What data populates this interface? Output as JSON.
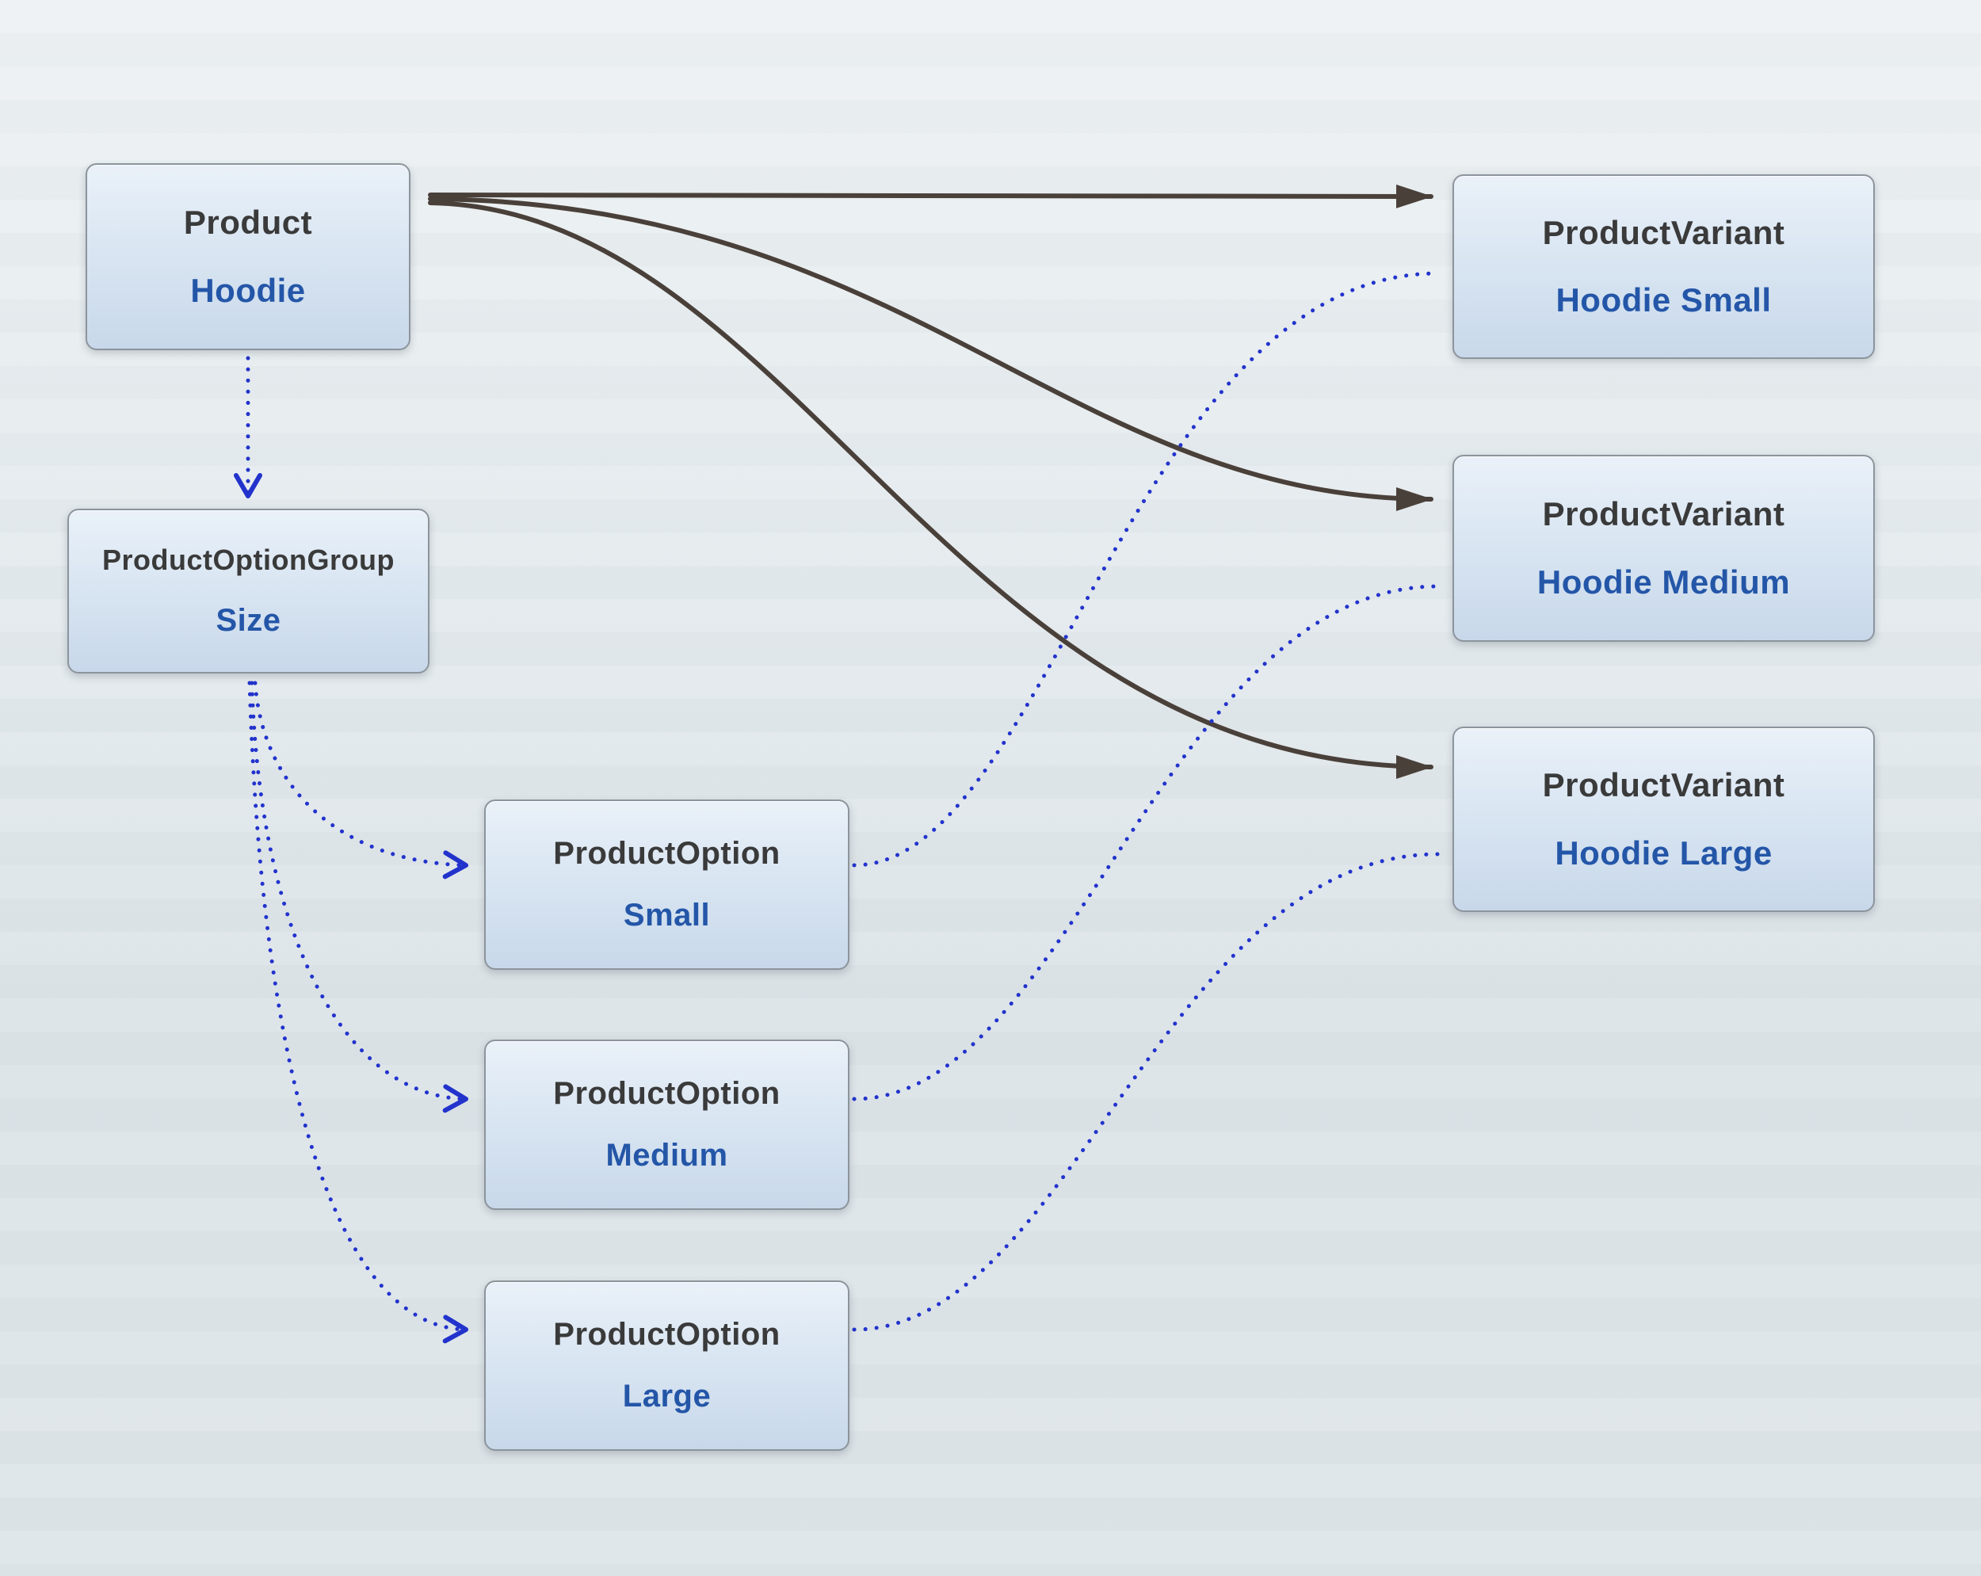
{
  "nodes": {
    "product": {
      "title": "Product",
      "subtitle": "Hoodie"
    },
    "option_group": {
      "title": "ProductOptionGroup",
      "subtitle": "Size"
    },
    "option_small": {
      "title": "ProductOption",
      "subtitle": "Small"
    },
    "option_medium": {
      "title": "ProductOption",
      "subtitle": "Medium"
    },
    "option_large": {
      "title": "ProductOption",
      "subtitle": "Large"
    },
    "variant_small": {
      "title": "ProductVariant",
      "subtitle": "Hoodie Small"
    },
    "variant_medium": {
      "title": "ProductVariant",
      "subtitle": "Hoodie Medium"
    },
    "variant_large": {
      "title": "ProductVariant",
      "subtitle": "Hoodie Large"
    }
  },
  "edges": [
    {
      "from": "product",
      "to": "variant_small",
      "style": "solid-arrow"
    },
    {
      "from": "product",
      "to": "variant_medium",
      "style": "solid-arrow"
    },
    {
      "from": "product",
      "to": "variant_large",
      "style": "solid-arrow"
    },
    {
      "from": "product",
      "to": "option_group",
      "style": "dotted-arrow"
    },
    {
      "from": "option_group",
      "to": "option_small",
      "style": "dotted-arrow"
    },
    {
      "from": "option_group",
      "to": "option_medium",
      "style": "dotted-arrow"
    },
    {
      "from": "option_group",
      "to": "option_large",
      "style": "dotted-arrow"
    },
    {
      "from": "option_small",
      "to": "variant_small",
      "style": "dotted"
    },
    {
      "from": "option_medium",
      "to": "variant_medium",
      "style": "dotted"
    },
    {
      "from": "option_large",
      "to": "variant_large",
      "style": "dotted"
    }
  ],
  "colors": {
    "solid_edge": "#4a403a",
    "dotted_edge": "#2233cc",
    "box_border": "#8c949c",
    "title_text": "#3a3a3a",
    "subtitle_text": "#2456a8"
  }
}
